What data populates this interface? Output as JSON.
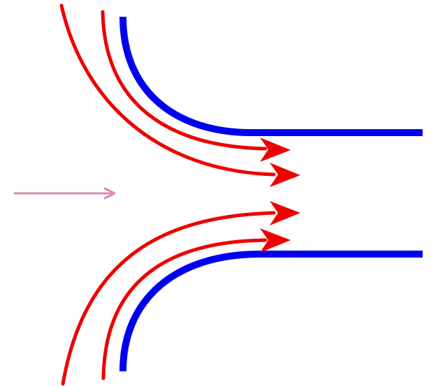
{
  "diagram": {
    "background": "#ffffff",
    "colors": {
      "wall": "#0000ee",
      "streamline": "#ee0000",
      "incoming_arrow": "#d98ab0"
    },
    "elements": [
      {
        "name": "upper-wall",
        "kind": "wall"
      },
      {
        "name": "lower-wall",
        "kind": "wall"
      },
      {
        "name": "upper-outer-streamline-arrow",
        "kind": "streamline"
      },
      {
        "name": "upper-inner-streamline-arrow",
        "kind": "streamline"
      },
      {
        "name": "lower-inner-streamline-arrow",
        "kind": "streamline"
      },
      {
        "name": "lower-outer-streamline-arrow",
        "kind": "streamline"
      },
      {
        "name": "incoming-flow-arrow",
        "kind": "incoming_arrow"
      }
    ]
  }
}
